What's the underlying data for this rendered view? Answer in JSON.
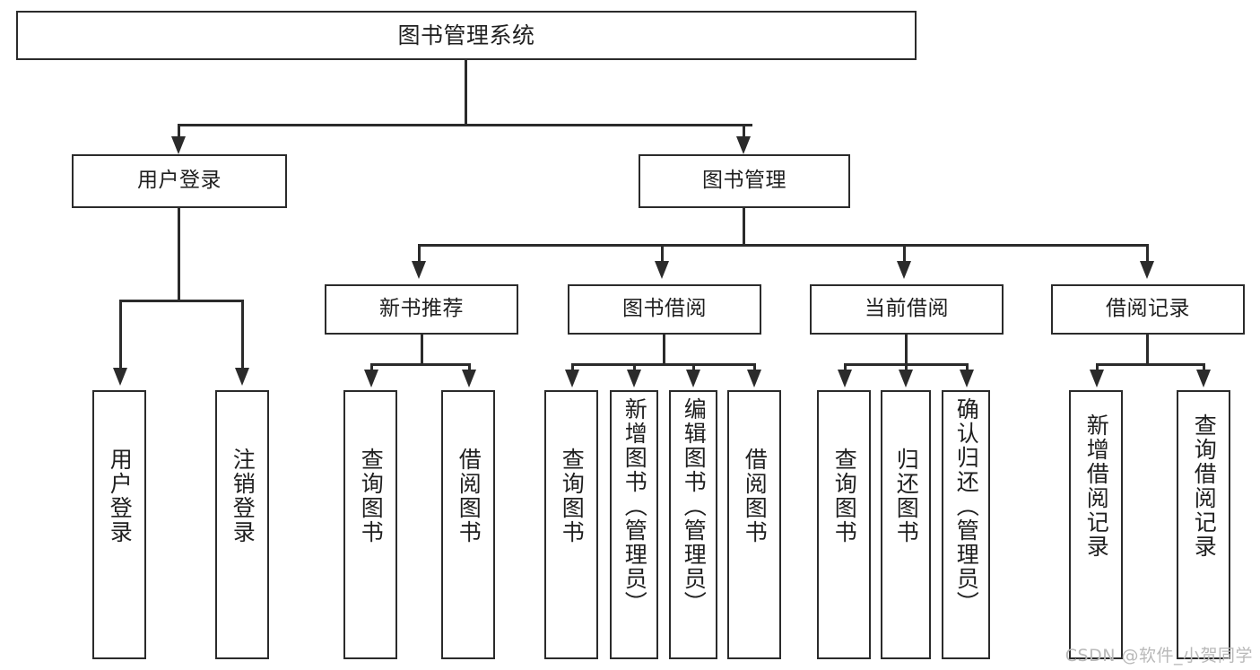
{
  "diagram": {
    "title": "图书管理系统",
    "type": "tree",
    "watermark": "CSDN @软件_小贺同学",
    "colors": {
      "background": "#ffffff",
      "box_border": "#2b2b2b",
      "box_fill": "#ffffff",
      "text": "#1f1f1f",
      "connector": "#2b2b2b",
      "watermark": "#b9b9b9"
    },
    "root": {
      "label": "图书管理系统"
    },
    "level2": [
      {
        "label": "用户登录"
      },
      {
        "label": "图书管理"
      }
    ],
    "level3": [
      {
        "label": "新书推荐"
      },
      {
        "label": "图书借阅"
      },
      {
        "label": "当前借阅"
      },
      {
        "label": "借阅记录"
      }
    ],
    "leaves": {
      "user_login": [
        {
          "label": "用户登录"
        },
        {
          "label": "注销登录"
        }
      ],
      "new_book_recommend": [
        {
          "label": "查询图书"
        },
        {
          "label": "借阅图书"
        }
      ],
      "book_borrow": [
        {
          "label": "查询图书"
        },
        {
          "label": "新增图书（管理员）"
        },
        {
          "label": "编辑图书（管理员）"
        },
        {
          "label": "借阅图书"
        }
      ],
      "current_borrow": [
        {
          "label": "查询图书"
        },
        {
          "label": "归还图书"
        },
        {
          "label": "确认归还（管理员）"
        }
      ],
      "borrow_record": [
        {
          "label": "新增借阅记录"
        },
        {
          "label": "查询借阅记录"
        }
      ]
    }
  }
}
